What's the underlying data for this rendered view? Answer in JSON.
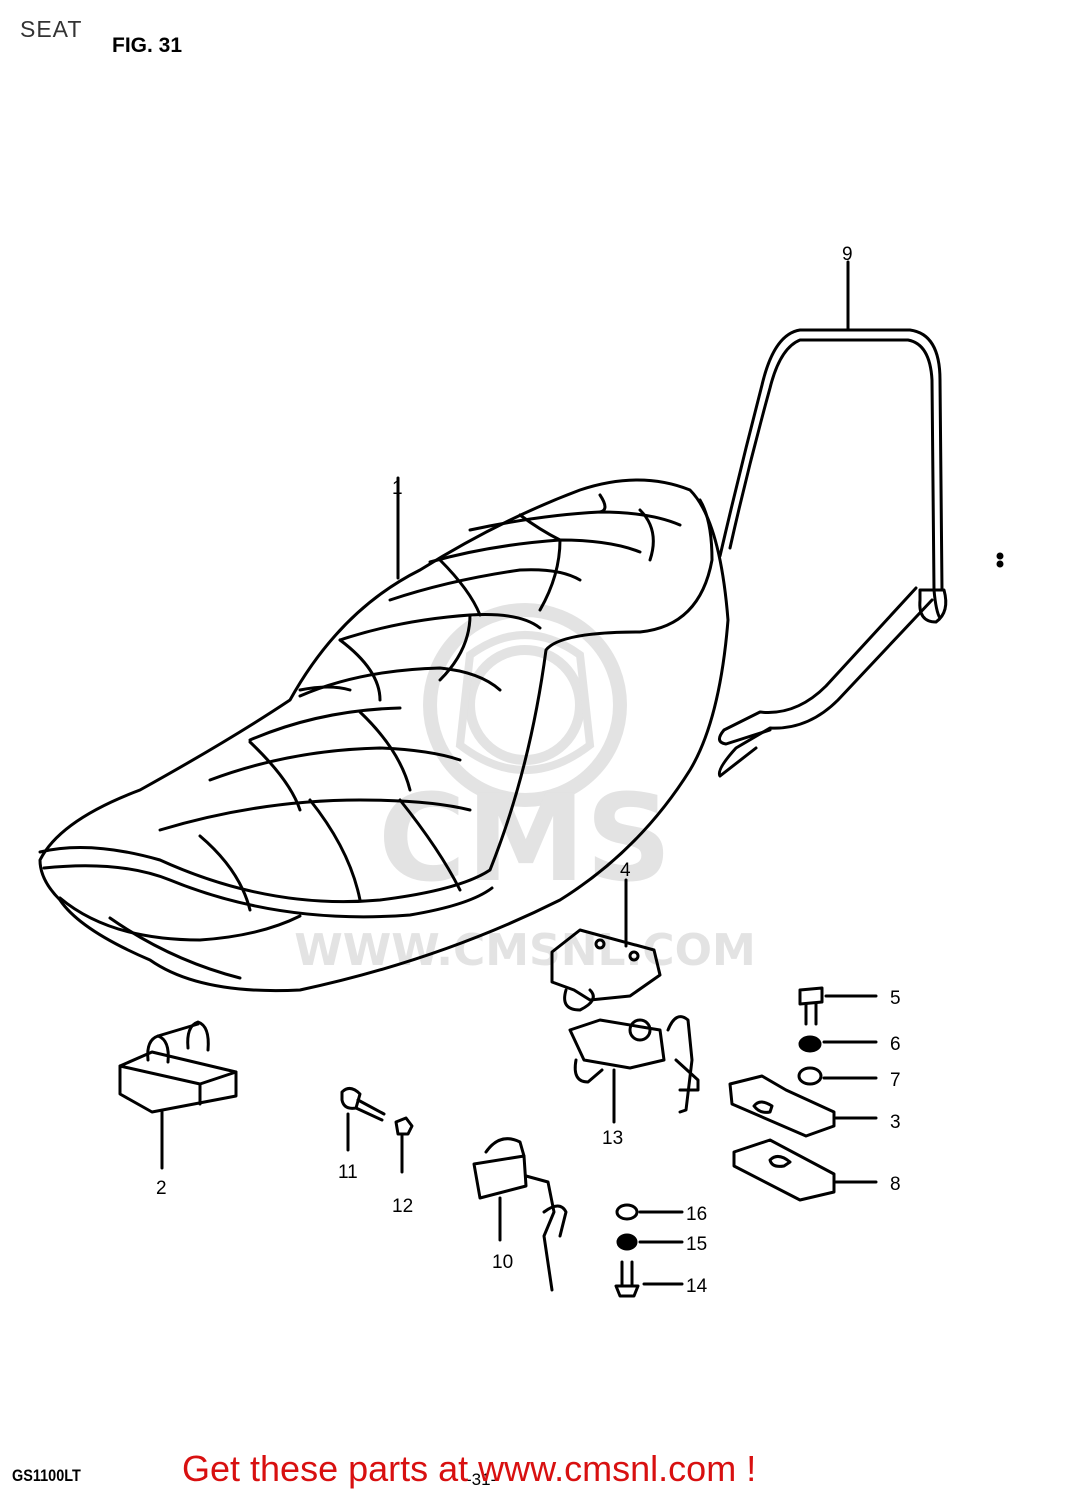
{
  "header": {
    "section_title": "SEAT",
    "figure_label": "FIG. 31"
  },
  "diagram": {
    "callouts": [
      {
        "id": "1",
        "text": "1"
      },
      {
        "id": "2",
        "text": "2"
      },
      {
        "id": "3",
        "text": "3"
      },
      {
        "id": "4",
        "text": "4"
      },
      {
        "id": "5",
        "text": "5"
      },
      {
        "id": "6",
        "text": "6"
      },
      {
        "id": "7",
        "text": "7"
      },
      {
        "id": "8",
        "text": "8"
      },
      {
        "id": "9",
        "text": "9"
      },
      {
        "id": "10",
        "text": "10"
      },
      {
        "id": "11",
        "text": "11"
      },
      {
        "id": "12",
        "text": "12"
      },
      {
        "id": "13",
        "text": "13"
      },
      {
        "id": "14",
        "text": "14"
      },
      {
        "id": "15",
        "text": "15"
      },
      {
        "id": "16",
        "text": "16"
      }
    ]
  },
  "watermark": {
    "brand": "CMS",
    "url": "WWW.CMSNL.COM"
  },
  "footer": {
    "model_code": "GS1100LT",
    "page_code": "-31-",
    "cta": "Get these parts at www.cmsnl.com !"
  },
  "colors": {
    "line": "#000000",
    "cta": "#d81010",
    "watermark": "#555555"
  }
}
